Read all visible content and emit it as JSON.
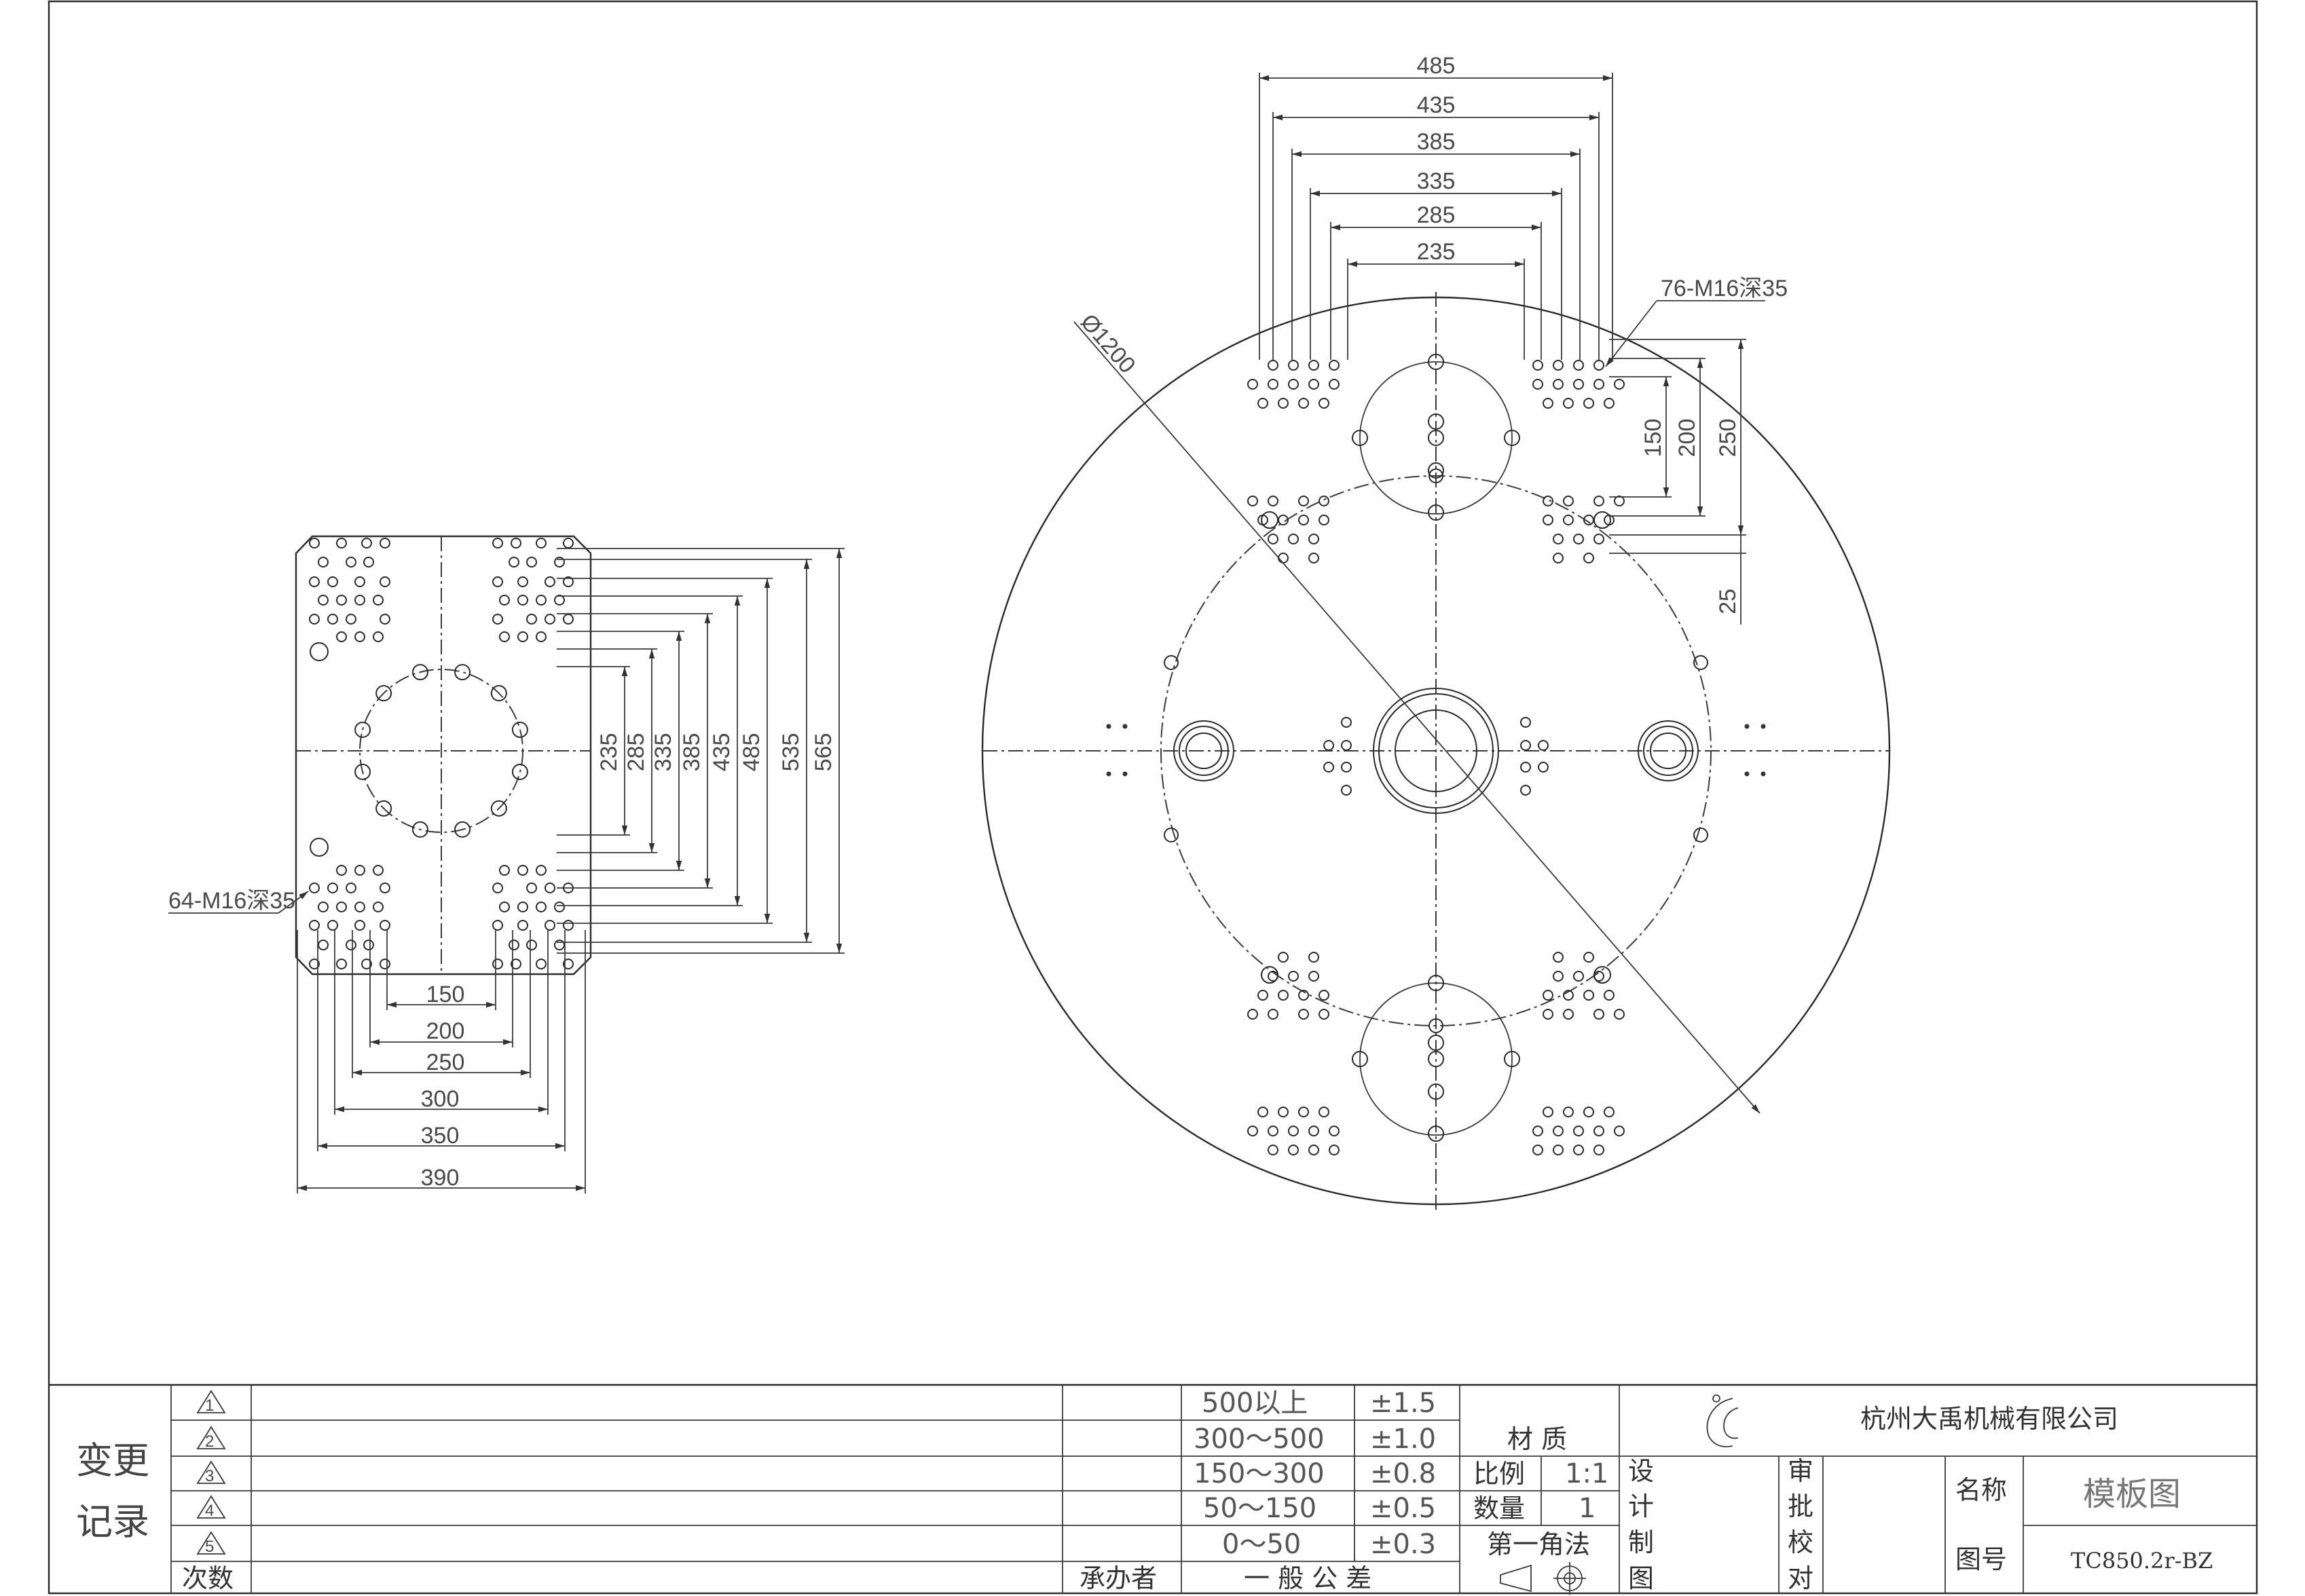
{
  "left_view": {
    "thread_note": "64-M16深35",
    "vertical_dims": [
      "235",
      "285",
      "335",
      "385",
      "435",
      "485",
      "535",
      "565"
    ],
    "horizontal_dims": [
      "150",
      "200",
      "250",
      "300",
      "350",
      "390"
    ]
  },
  "right_view": {
    "thread_note": "76-M16深35",
    "diameter": "Ø1200",
    "top_dims": [
      "485",
      "435",
      "385",
      "335",
      "285",
      "235"
    ],
    "right_dims": [
      "150",
      "200",
      "250",
      "25"
    ]
  },
  "title_block": {
    "change_record": [
      "变更",
      "记录"
    ],
    "revisions": [
      "1",
      "2",
      "3",
      "4",
      "5"
    ],
    "count_label": "次数",
    "handler_label": "承办者",
    "tolerance_title": "一 般 公 差",
    "tolerances": [
      {
        "range": "500以上",
        "tol": "±1.5"
      },
      {
        "range": "300～500",
        "tol": "±1.0"
      },
      {
        "range": "150～300",
        "tol": "±0.8"
      },
      {
        "range": "50～150",
        "tol": "±0.5"
      },
      {
        "range": "0～50",
        "tol": "±0.3"
      }
    ],
    "material_label": "材 质",
    "scale_label": "比例",
    "scale_value": "1:1",
    "quantity_label": "数量",
    "quantity_value": "1",
    "projection_label": "第一角法",
    "company": "杭州大禹机械有限公司",
    "design_label": [
      "设",
      "计"
    ],
    "draw_label": [
      "制",
      "图"
    ],
    "review_label": [
      "审",
      "批"
    ],
    "check_label": [
      "校",
      "对"
    ],
    "name_label": "名称",
    "name_value": "模板图",
    "drawing_no_label": "图号",
    "drawing_no_value": "TC850.2r-BZ"
  }
}
